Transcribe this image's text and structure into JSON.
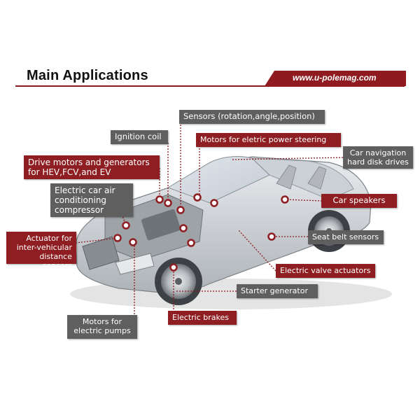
{
  "header": {
    "title": "Main Applications",
    "url": "www.u-polemag.com"
  },
  "labels": {
    "sensors": "Sensors (rotation,angle,position)",
    "ignition": "Ignition coil",
    "power_steering": "Motors for eletric power steering",
    "car_navigation": "Car navigation\nhard disk drives",
    "drive_motors": "Drive motors and generators\nfor HEV,FCV,and EV",
    "ac_compressor": "Electric car air\nconditioning\ncompressor",
    "car_speakers": "Car speakers",
    "actuator": "Actuator for\ninter-vehicular\ndistance sensors",
    "seat_belt": "Seat belt sensors",
    "valve_actuators": "Electric valve actuators",
    "starter_generator": "Starter generator",
    "electric_brakes": "Electric brakes",
    "electric_pumps": "Motors for\nelectric pumps"
  },
  "colors": {
    "brand_red": "#8f1a1f",
    "label_gray": "#5f5f5f",
    "label_red": "#8f1e22"
  }
}
